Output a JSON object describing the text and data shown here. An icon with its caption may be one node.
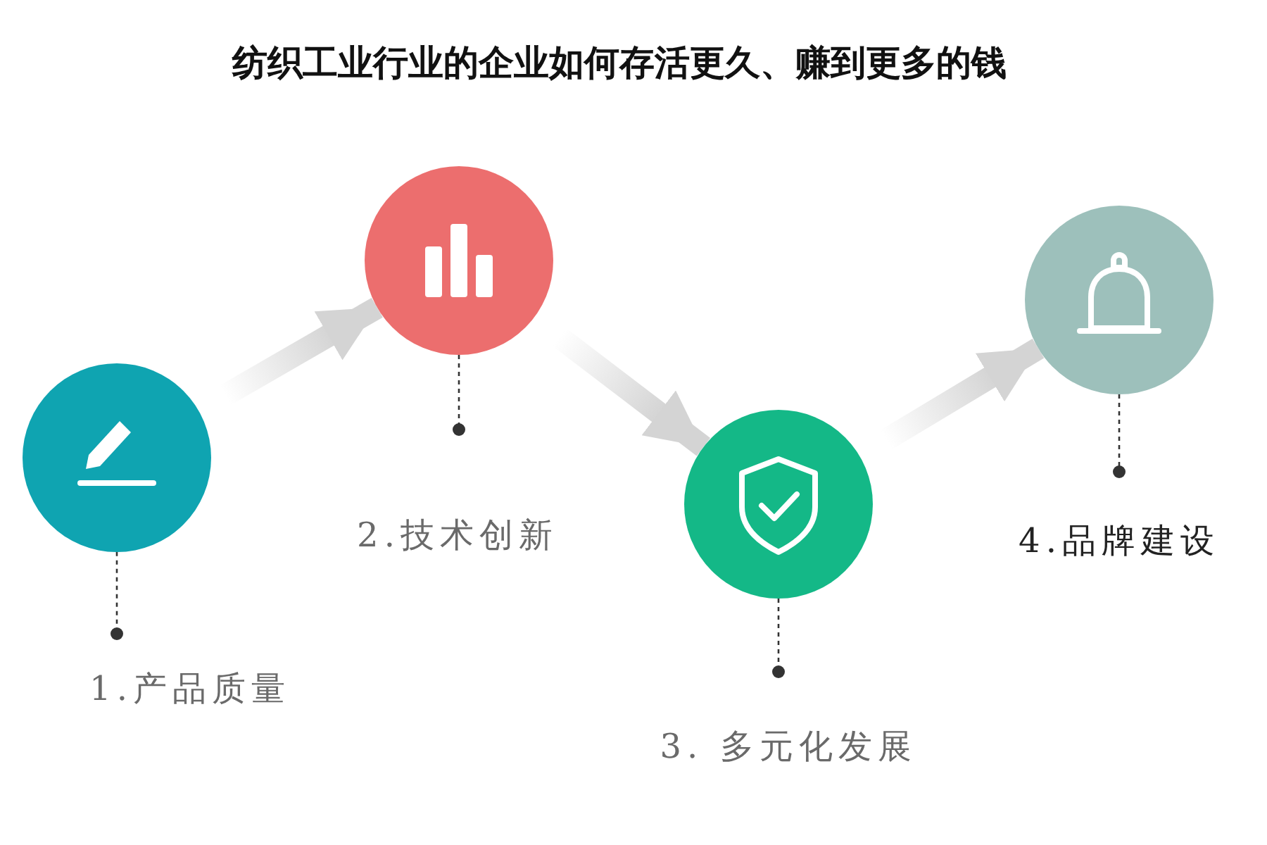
{
  "diagram": {
    "title": "纺织工业行业的企业如何存活更久、赚到更多的钱",
    "nodes": [
      {
        "text": [],
        "shape": "circle"
      },
      {
        "text": [
          "1.产品质量"
        ]
      },
      {
        "text": [],
        "shape": "circle"
      },
      {
        "text": [
          "2.技术创新"
        ]
      },
      {
        "text": [],
        "shape": "circle"
      },
      {
        "text": [
          "3. 多元化发展"
        ]
      },
      {
        "text": [],
        "shape": "circle"
      },
      {
        "text": [
          "4.品牌建设"
        ]
      }
    ],
    "edges": [
      {
        "from": 0,
        "to": 2,
        "arrow": "to",
        "style": "thick",
        "color": "#d4d4d4"
      },
      {
        "from": 2,
        "to": 4,
        "arrow": "to",
        "style": "thick",
        "color": "#d4d4d4"
      },
      {
        "from": 4,
        "to": 6,
        "arrow": "to",
        "style": "thick",
        "color": "#d4d4d4"
      },
      {
        "from": 0,
        "to": 1,
        "arrow": "other",
        "style": "dashed"
      },
      {
        "from": 2,
        "to": 3,
        "arrow": "other",
        "style": "dashed"
      },
      {
        "from": 4,
        "to": 5,
        "arrow": "other",
        "style": "dashed"
      },
      {
        "from": 6,
        "to": 7,
        "arrow": "other",
        "style": "dashed"
      }
    ]
  }
}
